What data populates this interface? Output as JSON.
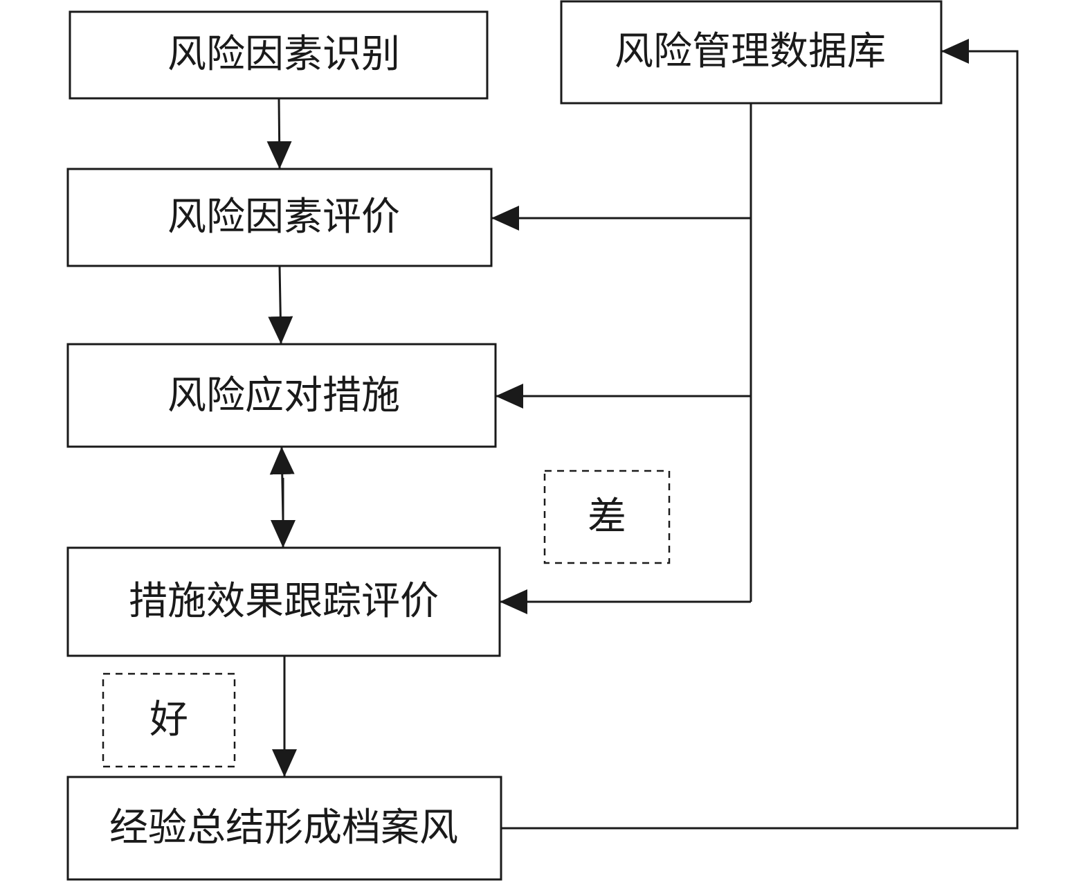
{
  "nodes": {
    "identify": {
      "label": "风险因素识别"
    },
    "database": {
      "label": "风险管理数据库"
    },
    "evaluate": {
      "label": "风险因素评价"
    },
    "respond": {
      "label": "风险应对措施"
    },
    "track": {
      "label": "措施效果跟踪评价"
    },
    "summarize": {
      "label": "经验总结形成档案风"
    }
  },
  "tags": {
    "poor": {
      "label": "差"
    },
    "good": {
      "label": "好"
    }
  },
  "colors": {
    "stroke": "#1a1a1a",
    "background": "#ffffff"
  }
}
